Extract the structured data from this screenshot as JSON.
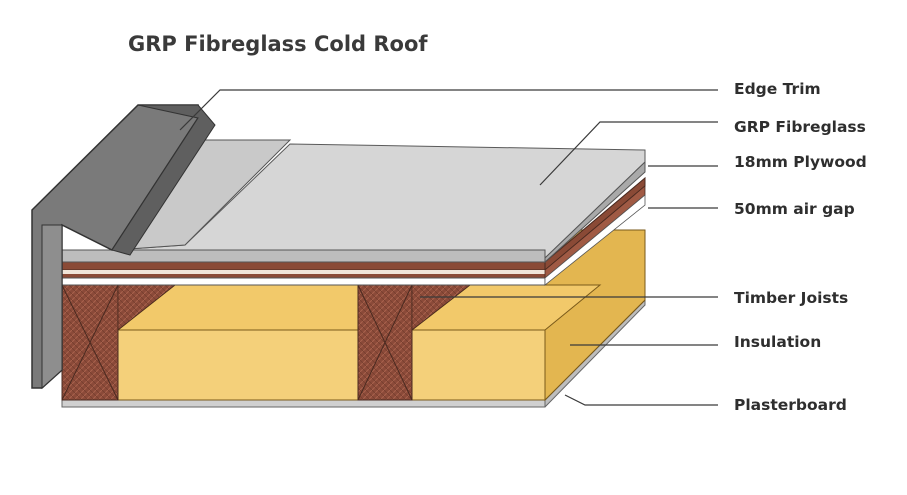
{
  "title": "GRP Fibreglass Cold Roof",
  "labels": {
    "edge_trim": "Edge Trim",
    "grp_fibreglass": "GRP Fibreglass",
    "plywood": "18mm Plywood",
    "air_gap": "50mm air gap",
    "timber_joists": "Timber Joists",
    "insulation": "Insulation",
    "plasterboard": "Plasterboard"
  },
  "colors": {
    "edge_trim": "#767676",
    "grp_surface": "#d6d6d6",
    "plywood": "#8a4a36",
    "timber": "#8b4a39",
    "insulation": "#f2c96a",
    "plasterboard": "#cfcfcf",
    "leader_line": "#3a3a3a"
  }
}
